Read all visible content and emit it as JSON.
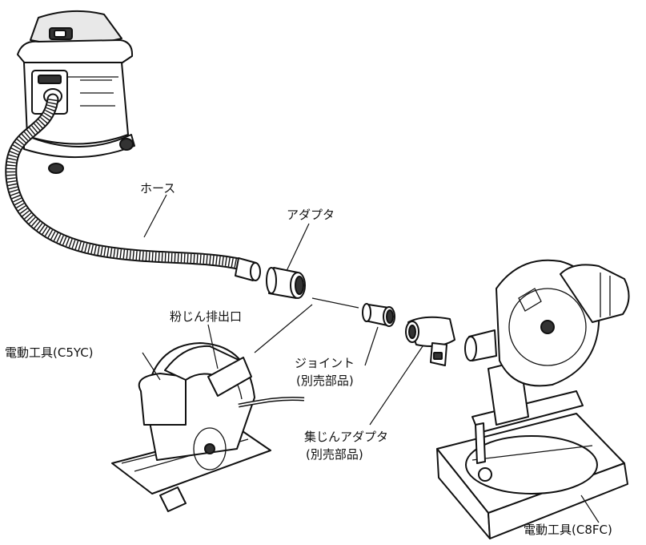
{
  "labels": {
    "hose": "ホース",
    "adapter": "アダプタ",
    "dust_outlet": "粉じん排出口",
    "tool_c5yc": "電動工具(C5YC)",
    "joint": "ジョイント",
    "joint_note": "(別売部品)",
    "dust_adapter": "集じんアダプタ",
    "dust_adapter_note": "(別売部品)",
    "tool_c8fc": "電動工具(C8FC)"
  }
}
